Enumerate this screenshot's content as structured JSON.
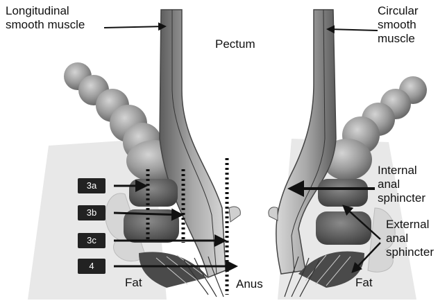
{
  "labels": {
    "longitudinal_muscle": [
      "Longitudinal",
      "smooth muscle"
    ],
    "circular_muscle": [
      "Circular",
      "smooth",
      "muscle"
    ],
    "rectum": "Pectum",
    "internal_sphincter": [
      "Internal",
      "anal",
      "sphincter"
    ],
    "external_sphincter": [
      "External",
      "anal",
      "sphincter"
    ],
    "fat_left": "Fat",
    "fat_right": "Fat",
    "anus": "Anus"
  },
  "grades": {
    "g3a": "3a",
    "g3b": "3b",
    "g3c": "3c",
    "g4": "4"
  },
  "colors": {
    "wall_dark": "#6e6e6e",
    "wall_light": "#bdbdbd",
    "muscle_balls": "#9a9a9a",
    "sphincter": "#5a5a5a",
    "fat_bg": "#e6e6e6",
    "ink": "#111111"
  }
}
